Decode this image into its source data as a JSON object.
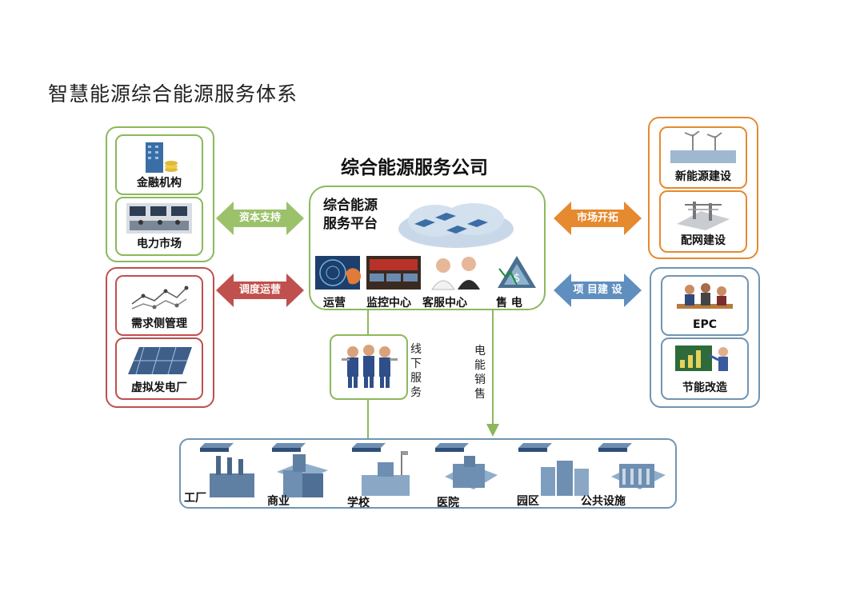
{
  "page_title": "智慧能源综合能源服务体系",
  "center_title": "综合能源服务公司",
  "platform": {
    "title_line1": "综合能源",
    "title_line2": "服务平台",
    "items": [
      "运营",
      "监控中心",
      "客服中心",
      "售 电"
    ]
  },
  "left_top_group": {
    "cards": [
      "金融机构",
      "电力市场"
    ]
  },
  "left_bottom_group": {
    "cards": [
      "需求侧管理",
      "虚拟发电厂"
    ]
  },
  "right_top_group": {
    "cards": [
      "新能源建设",
      "配网建设"
    ]
  },
  "right_bottom_group": {
    "cards": [
      "EPC",
      "节能改造"
    ]
  },
  "arrows": {
    "left_top": "资本支持",
    "left_bottom": "调度运营",
    "right_top": "市场开拓",
    "right_bottom": "项 目建 设"
  },
  "offline_service": "线下服务",
  "power_sales": "电能销售",
  "customers": [
    "工厂",
    "商业",
    "学校",
    "医院",
    "园区",
    "公共设施"
  ],
  "colors": {
    "green": "#8cb85c",
    "red": "#c0504d",
    "orange": "#e58a2f",
    "blue": "#6f95b4"
  }
}
